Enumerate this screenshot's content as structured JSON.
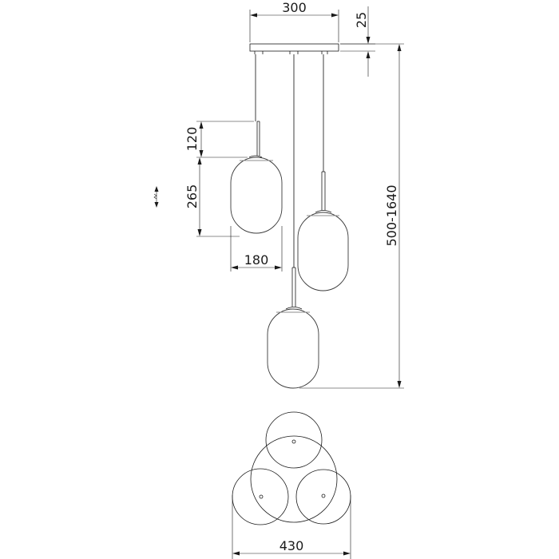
{
  "dimensions": {
    "canopy_width": "300",
    "canopy_height": "25",
    "connector_height": "120",
    "globe_height": "265",
    "globe_width": "180",
    "overall_height": "500-1640",
    "overall_diameter": "430"
  },
  "colors": {
    "line": "#1a1a1a",
    "glass_outline": "#8c8c8c",
    "background": "#ffffff"
  },
  "icons": {
    "adjust": "vertical-adjust-arrow-icon"
  }
}
